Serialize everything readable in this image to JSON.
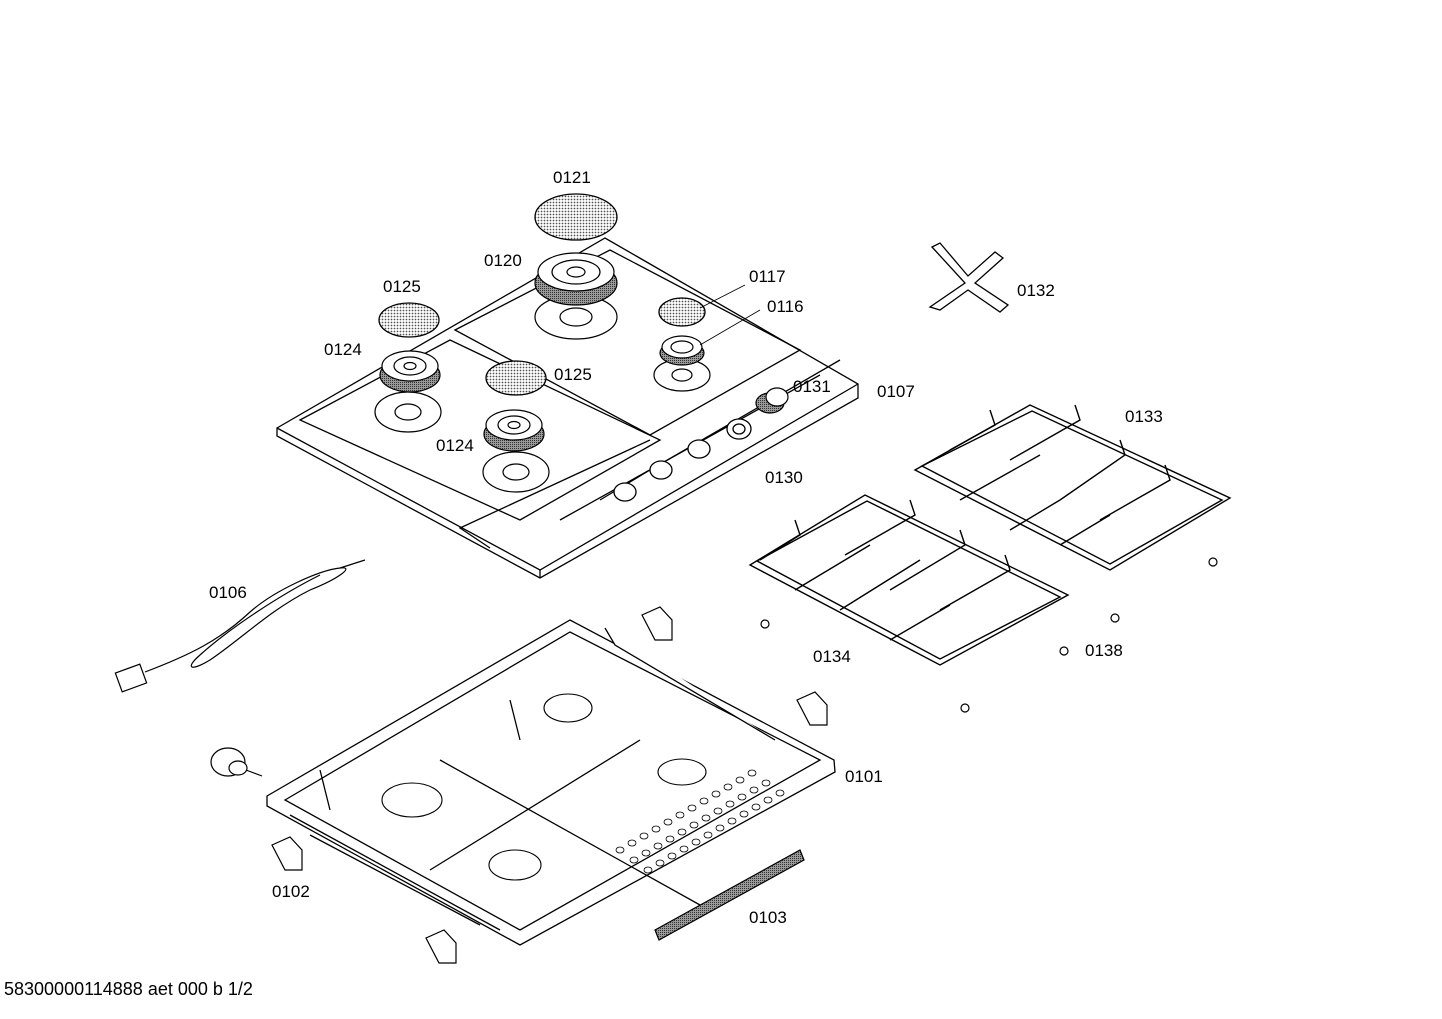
{
  "labels": {
    "p0121": "0121",
    "p0120": "0120",
    "p0117": "0117",
    "p0116": "0116",
    "p0125a": "0125",
    "p0124a": "0124",
    "p0125b": "0125",
    "p0124b": "0124",
    "p0131": "0131",
    "p0107": "0107",
    "p0130": "0130",
    "p0132": "0132",
    "p0133": "0133",
    "p0134": "0134",
    "p0138": "0138",
    "p0106": "0106",
    "p0101": "0101",
    "p0102": "0102",
    "p0103": "0103"
  },
  "footer": {
    "doc_id": "58300000114888 aet 000 b 1/2"
  }
}
